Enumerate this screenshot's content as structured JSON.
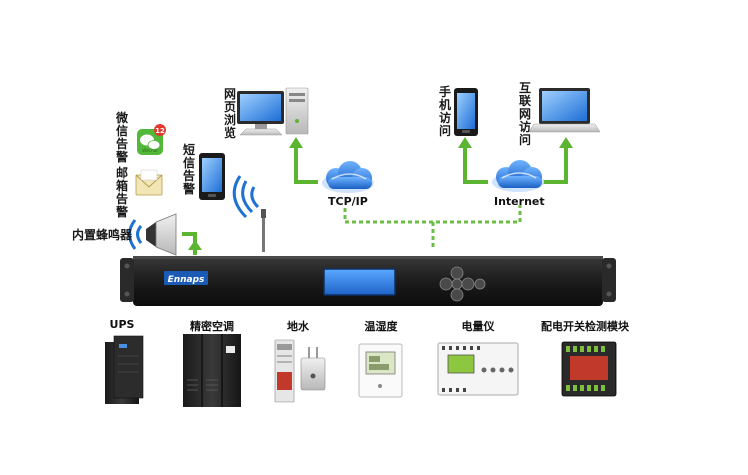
{
  "outputs": {
    "web": "网页浏览",
    "sms": "短信告警",
    "wechat": "微信告警",
    "email": "邮箱告警",
    "buzzer": "内置蜂鸣器",
    "mobile": "手机访问",
    "internet_access": "互联网访问"
  },
  "network": {
    "tcpip": "TCP/IP",
    "internet": "Internet"
  },
  "device": {
    "brand": "Ennaps"
  },
  "wechat_badge": "12",
  "wechat_app_text": "WeChat",
  "sensors": [
    {
      "label": "UPS"
    },
    {
      "label": "精密空调"
    },
    {
      "label": "地水"
    },
    {
      "label": "温湿度"
    },
    {
      "label": "电量仪"
    },
    {
      "label": "配电开关检测模块"
    }
  ],
  "colors": {
    "arrow_green": "#5cb531",
    "dashed_green": "#6cbd45",
    "cloud_blue": "#1f6fd1",
    "lcd_blue": "#2a7fe0",
    "chassis": "#222222"
  }
}
